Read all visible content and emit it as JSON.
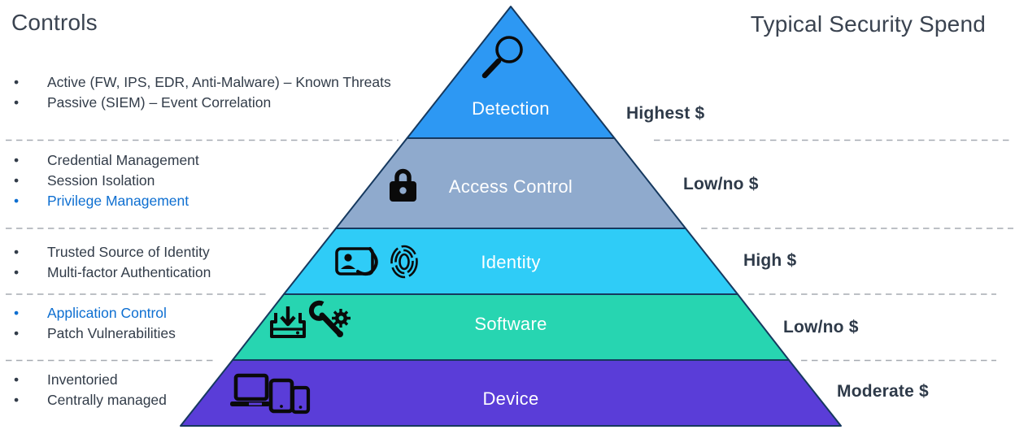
{
  "header": {
    "left_title": "Controls",
    "right_title": "Typical Security Spend"
  },
  "controls": {
    "sections": [
      {
        "level": "Detection",
        "items": [
          {
            "text": "Active (FW, IPS, EDR, Anti-Malware) – Known Threats",
            "highlight": false
          },
          {
            "text": "Passive (SIEM) – Event Correlation",
            "highlight": false
          }
        ]
      },
      {
        "level": "Access Control",
        "items": [
          {
            "text": "Credential Management",
            "highlight": false
          },
          {
            "text": "Session Isolation",
            "highlight": false
          },
          {
            "text": "Privilege Management",
            "highlight": true
          }
        ]
      },
      {
        "level": "Identity",
        "items": [
          {
            "text": "Trusted Source of Identity",
            "highlight": false
          },
          {
            "text": "Multi-factor Authentication",
            "highlight": false
          }
        ]
      },
      {
        "level": "Software",
        "items": [
          {
            "text": "Application Control",
            "highlight": true
          },
          {
            "text": "Patch Vulnerabilities",
            "highlight": false
          }
        ]
      },
      {
        "level": "Device",
        "items": [
          {
            "text": "Inventoried",
            "highlight": false
          },
          {
            "text": "Centrally managed",
            "highlight": false
          }
        ]
      }
    ],
    "bullet_char": "•"
  },
  "pyramid": {
    "levels": [
      {
        "label": "Detection",
        "spend": "Highest $",
        "color": "#2d98f3",
        "icon": "magnifier-icon"
      },
      {
        "label": "Access Control",
        "spend": "Low/no $",
        "color": "#8faacd",
        "icon": "padlock-icon"
      },
      {
        "label": "Identity",
        "spend": "High $",
        "color": "#2fccf7",
        "icon": "id-card-icon fingerprint-icon"
      },
      {
        "label": "Software",
        "spend": "Low/no $",
        "color": "#27d5b1",
        "icon": "software-install-icon wrench-gear-icon"
      },
      {
        "label": "Device",
        "spend": "Moderate $",
        "color": "#5a3dd8",
        "icon": "devices-icon"
      }
    ]
  },
  "colors": {
    "heading_text": "#3a4350",
    "body_text": "#323c49",
    "highlight_blue": "#0e6fd1",
    "band_outline": "#16395f",
    "dashed_divider": "#a6abb2",
    "icon_black": "#0a0a0a",
    "band_label_text": "#ffffff"
  }
}
